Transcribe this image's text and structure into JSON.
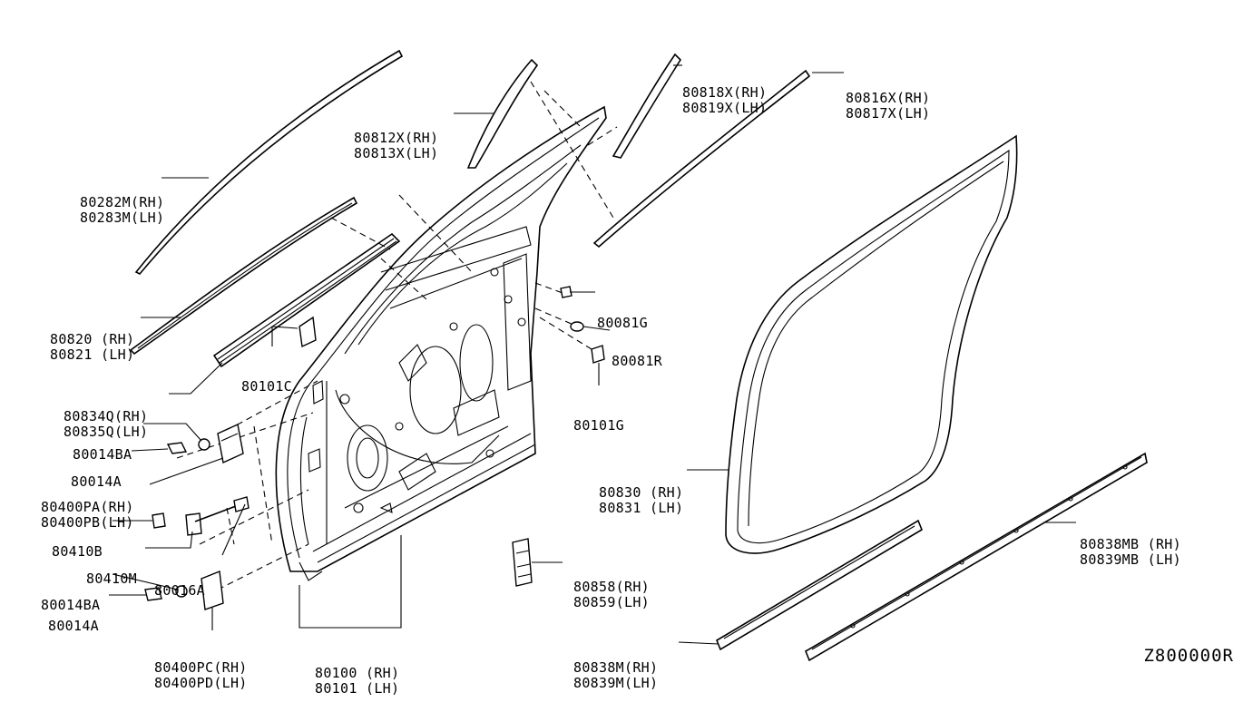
{
  "figure_code": "Z800000R",
  "parts": [
    {
      "id": "p80282",
      "lines": [
        "80282M(RH)",
        "80283M(LH)"
      ]
    },
    {
      "id": "p80812",
      "lines": [
        "80812X(RH)",
        "80813X(LH)"
      ]
    },
    {
      "id": "p80818",
      "lines": [
        "80818X(RH)",
        "80819X(LH)"
      ]
    },
    {
      "id": "p80816",
      "lines": [
        "80816X(RH)",
        "80817X(LH)"
      ]
    },
    {
      "id": "p80820",
      "lines": [
        "80820 (RH)",
        "80821 (LH)"
      ]
    },
    {
      "id": "p80101c",
      "lines": [
        "80101C"
      ]
    },
    {
      "id": "p80834",
      "lines": [
        "80834Q(RH)",
        "80835Q(LH)"
      ]
    },
    {
      "id": "p80014ba_top",
      "lines": [
        "80014BA"
      ]
    },
    {
      "id": "p80014a_top",
      "lines": [
        "80014A"
      ]
    },
    {
      "id": "p80400pa",
      "lines": [
        "80400PA(RH)",
        "80400PB(LH)"
      ]
    },
    {
      "id": "p80410b",
      "lines": [
        "80410B"
      ]
    },
    {
      "id": "p80410m",
      "lines": [
        "80410M"
      ]
    },
    {
      "id": "p80016a",
      "lines": [
        "80016A"
      ]
    },
    {
      "id": "p80014ba_bot",
      "lines": [
        "80014BA"
      ]
    },
    {
      "id": "p80014a_bot",
      "lines": [
        "80014A"
      ]
    },
    {
      "id": "p80400pc",
      "lines": [
        "80400PC(RH)",
        "80400PD(LH)"
      ]
    },
    {
      "id": "p80100",
      "lines": [
        "80100 (RH)",
        "80101 (LH)"
      ]
    },
    {
      "id": "p80081g",
      "lines": [
        "80081G"
      ]
    },
    {
      "id": "p80081r",
      "lines": [
        "80081R"
      ]
    },
    {
      "id": "p80101g",
      "lines": [
        "80101G"
      ]
    },
    {
      "id": "p80830",
      "lines": [
        "80830 (RH)",
        "80831 (LH)"
      ]
    },
    {
      "id": "p80858",
      "lines": [
        "80858(RH)",
        "80859(LH)"
      ]
    },
    {
      "id": "p80838mb",
      "lines": [
        "80838MB (RH)",
        "80839MB (LH)"
      ]
    },
    {
      "id": "p80838m",
      "lines": [
        "80838M(RH)",
        "80839M(LH)"
      ]
    }
  ]
}
